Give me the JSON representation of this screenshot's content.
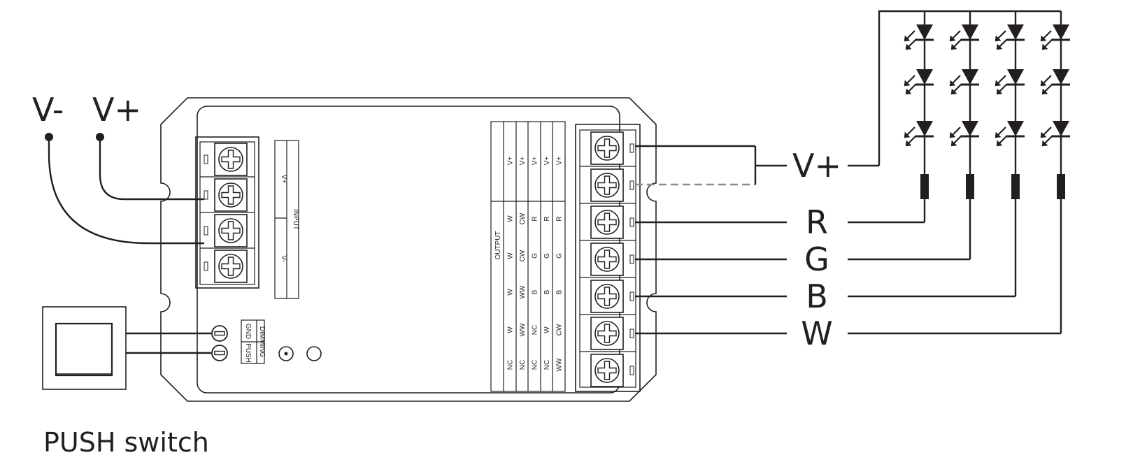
{
  "supply": {
    "minus_label": "V-",
    "plus_label": "V+"
  },
  "input_block": {
    "title": "INPUT",
    "plus_label": "V+",
    "minus_label": "V-"
  },
  "dimming_block": {
    "title": "DIMMING",
    "gnd_label": "GND",
    "push_label": "PUSH"
  },
  "switch": {
    "caption": "PUSH switch"
  },
  "output_table": {
    "title": "OUTPUT",
    "columns": [
      [
        "V+",
        "W",
        "W",
        "W",
        "W",
        "NC"
      ],
      [
        "V+",
        "CW",
        "CW",
        "WW",
        "WW",
        "NC"
      ],
      [
        "V+",
        "R",
        "G",
        "B",
        "NC",
        "NC"
      ],
      [
        "V+",
        "R",
        "G",
        "B",
        "W",
        "NC"
      ],
      [
        "V+",
        "R",
        "G",
        "B",
        "CW",
        "WW"
      ]
    ]
  },
  "output_labels": [
    "V+",
    "R",
    "G",
    "B",
    "W"
  ],
  "led_strip": {
    "columns": 4,
    "leds_per_column": 3
  }
}
